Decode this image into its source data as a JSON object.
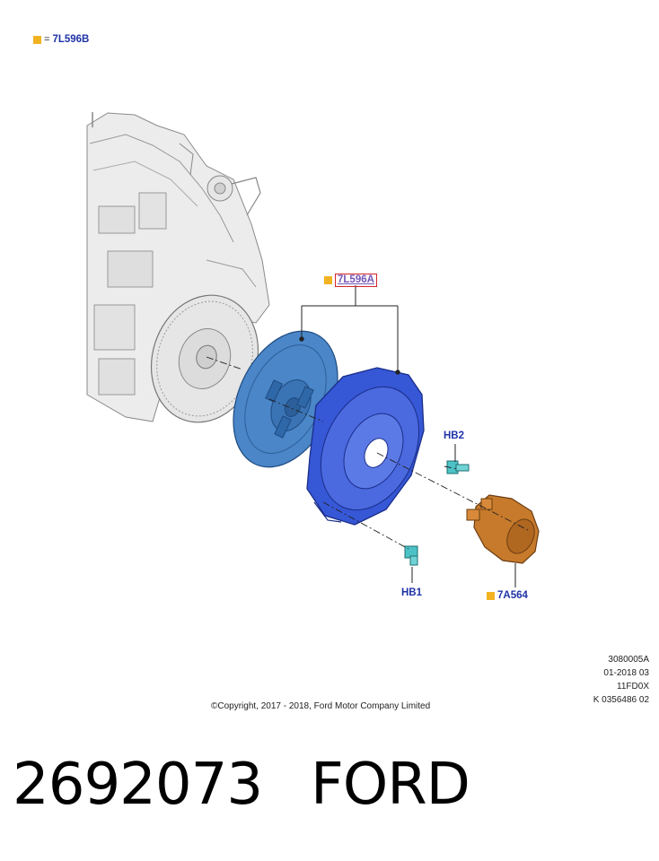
{
  "legend": {
    "marker_color": "#f2b321",
    "equals": "=",
    "code": "7L596B"
  },
  "callouts": {
    "main": "7L596A",
    "hb2": "HB2",
    "hb1": "HB1",
    "bearing": "7A564"
  },
  "colors": {
    "label_blue": "#1f33a8",
    "highlight_border": "#d6242a",
    "disc_blue": "#4a86c8",
    "cover_blue": "#3657d6",
    "bolt_teal": "#4cc2c6",
    "bearing_orange": "#c77a2b",
    "engine_gray": "#e4e4e4"
  },
  "ref_codes": [
    "3080005A",
    "01-2018 03",
    "11FD0X",
    "K 0356486 02"
  ],
  "copyright": "©Copyright, 2017 - 2018, Ford Motor Company Limited",
  "part_number": "2692073",
  "brand": "FORD"
}
